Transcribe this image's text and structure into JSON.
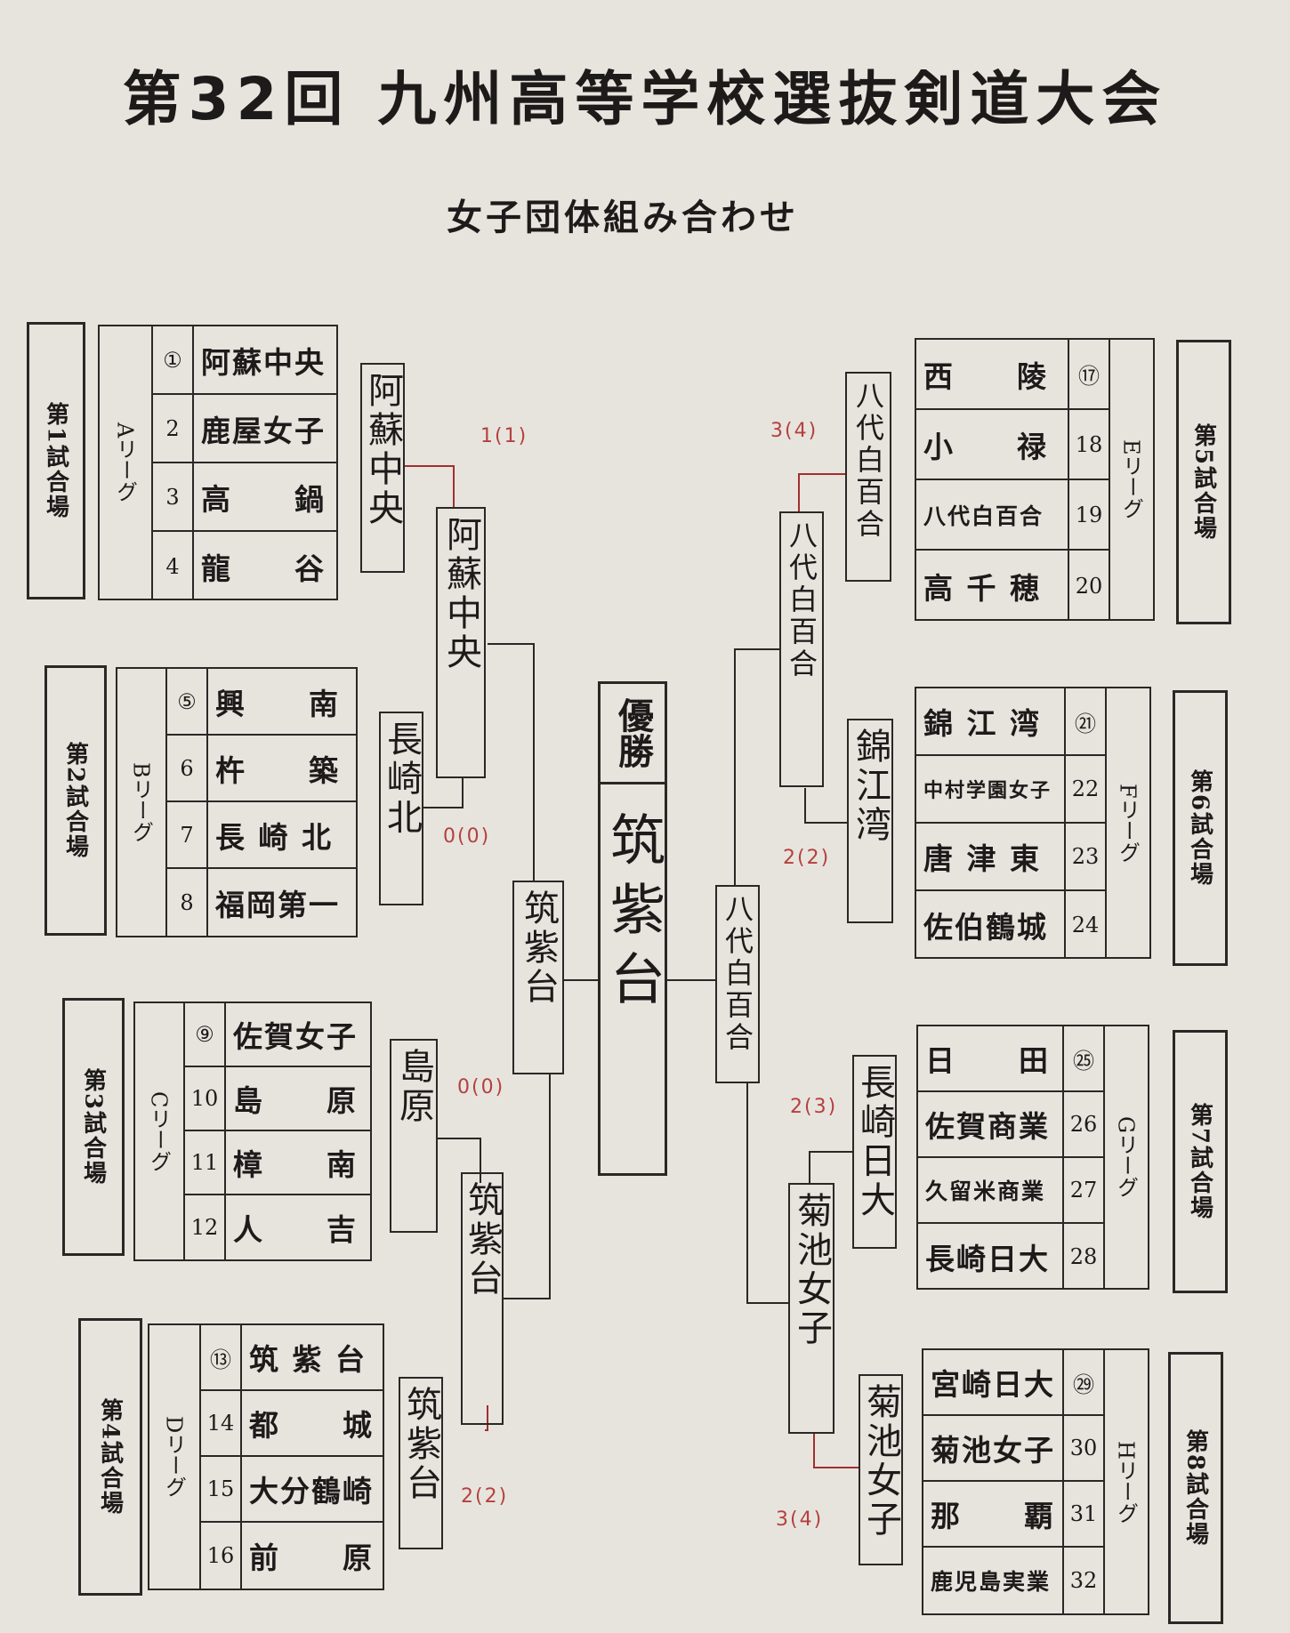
{
  "title": "第32回 九州高等学校選抜剣道大会",
  "subtitle": "女子団体組み合わせ",
  "champion": {
    "label": "優勝",
    "name": "筑紫台"
  },
  "leagues": [
    {
      "venue": "第1試合場",
      "name": "Aリーグ",
      "teams": [
        {
          "seed": "①",
          "name": "阿蘇中央"
        },
        {
          "seed": "2",
          "name": "鹿屋女子"
        },
        {
          "seed": "3",
          "name": "高　　鍋"
        },
        {
          "seed": "4",
          "name": "龍　　谷"
        }
      ]
    },
    {
      "venue": "第2試合場",
      "name": "Bリーグ",
      "teams": [
        {
          "seed": "⑤",
          "name": "興　　南"
        },
        {
          "seed": "6",
          "name": "杵　　築"
        },
        {
          "seed": "7",
          "name": "長 崎 北"
        },
        {
          "seed": "8",
          "name": "福岡第一"
        }
      ]
    },
    {
      "venue": "第3試合場",
      "name": "Cリーグ",
      "teams": [
        {
          "seed": "⑨",
          "name": "佐賀女子"
        },
        {
          "seed": "10",
          "name": "島　　原"
        },
        {
          "seed": "11",
          "name": "樟　　南"
        },
        {
          "seed": "12",
          "name": "人　　吉"
        }
      ]
    },
    {
      "venue": "第4試合場",
      "name": "Dリーグ",
      "teams": [
        {
          "seed": "⑬",
          "name": "筑 紫 台"
        },
        {
          "seed": "14",
          "name": "都　　城"
        },
        {
          "seed": "15",
          "name": "大分鶴崎"
        },
        {
          "seed": "16",
          "name": "前　　原"
        }
      ]
    },
    {
      "venue": "第5試合場",
      "name": "Eリーグ",
      "teams": [
        {
          "seed": "⑰",
          "name": "西　　陵"
        },
        {
          "seed": "18",
          "name": "小　　禄"
        },
        {
          "seed": "19",
          "name": "八代白百合"
        },
        {
          "seed": "20",
          "name": "高 千 穂"
        }
      ]
    },
    {
      "venue": "第6試合場",
      "name": "Fリーグ",
      "teams": [
        {
          "seed": "㉑",
          "name": "錦 江 湾"
        },
        {
          "seed": "22",
          "name": "中村学園女子"
        },
        {
          "seed": "23",
          "name": "唐 津 東"
        },
        {
          "seed": "24",
          "name": "佐伯鶴城"
        }
      ]
    },
    {
      "venue": "第7試合場",
      "name": "Gリーグ",
      "teams": [
        {
          "seed": "㉕",
          "name": "日　　田"
        },
        {
          "seed": "26",
          "name": "佐賀商業"
        },
        {
          "seed": "27",
          "name": "久留米商業"
        },
        {
          "seed": "28",
          "name": "長崎日大"
        }
      ]
    },
    {
      "venue": "第8試合場",
      "name": "Hリーグ",
      "teams": [
        {
          "seed": "㉙",
          "name": "宮崎日大"
        },
        {
          "seed": "30",
          "name": "菊池女子"
        },
        {
          "seed": "31",
          "name": "那　　覇"
        },
        {
          "seed": "32",
          "name": "鹿児島実業"
        }
      ]
    }
  ],
  "winners": {
    "a": "阿蘇中央",
    "b": "長崎北",
    "c": "島原",
    "d": "筑紫台",
    "ab": "阿蘇中央",
    "cd": "筑紫台",
    "left_final": "筑紫台",
    "e": "八代白百合",
    "f": "錦江湾",
    "g": "長崎日大",
    "h": "菊池女子",
    "ef": "八代白百合",
    "gh": "菊池女子",
    "right_final": "八代白百合"
  },
  "scores": {
    "ab": "1(1)",
    "b": "0(0)",
    "c": "0(0)",
    "d": "2(2)",
    "e": "3(4)",
    "f": "2(2)",
    "g": "2(3)",
    "h": "3(4)"
  },
  "colors": {
    "winner_line": "#a0302e",
    "line": "#2a2826",
    "score": "#b5403e",
    "paper": "#e7e4de"
  }
}
